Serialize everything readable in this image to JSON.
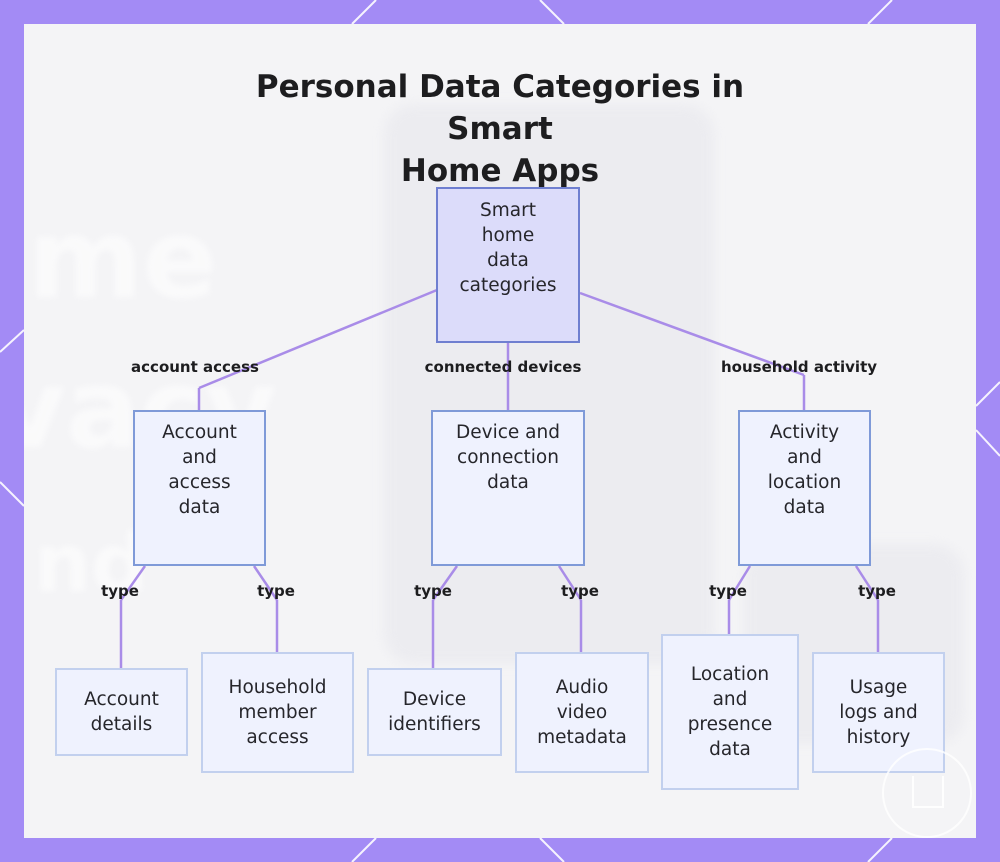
{
  "title_lines": [
    "Personal Data Categories in Smart",
    "Home Apps"
  ],
  "root": {
    "lines": [
      "Smart",
      "home",
      "data",
      "categories"
    ]
  },
  "branches": [
    {
      "edge_label": "account access",
      "node": {
        "lines": [
          "Account",
          "and",
          "access",
          "data"
        ]
      },
      "leaves": [
        {
          "edge_label": "type",
          "lines": [
            "Account",
            "details"
          ]
        },
        {
          "edge_label": "type",
          "lines": [
            "Household",
            "member",
            "access"
          ]
        }
      ]
    },
    {
      "edge_label": "connected devices",
      "node": {
        "lines": [
          "Device and",
          "connection",
          "data"
        ]
      },
      "leaves": [
        {
          "edge_label": "type",
          "lines": [
            "Device",
            "identifiers"
          ]
        },
        {
          "edge_label": "type",
          "lines": [
            "Audio",
            "video",
            "metadata"
          ]
        }
      ]
    },
    {
      "edge_label": "household activity",
      "node": {
        "lines": [
          "Activity",
          "and",
          "location",
          "data"
        ]
      },
      "leaves": [
        {
          "edge_label": "type",
          "lines": [
            "Location",
            "and",
            "presence",
            "data"
          ]
        },
        {
          "edge_label": "type",
          "lines": [
            "Usage",
            "logs and",
            "history"
          ]
        }
      ]
    }
  ],
  "colors": {
    "frame": "#a38bf5",
    "connector": "#a98ce8",
    "root_fill": "#dcdcfa",
    "node_fill": "#eff2fe"
  },
  "background_blur_text": [
    "me",
    "vacy",
    "nd"
  ],
  "icons": {
    "watermark": "house-lock-icon"
  }
}
